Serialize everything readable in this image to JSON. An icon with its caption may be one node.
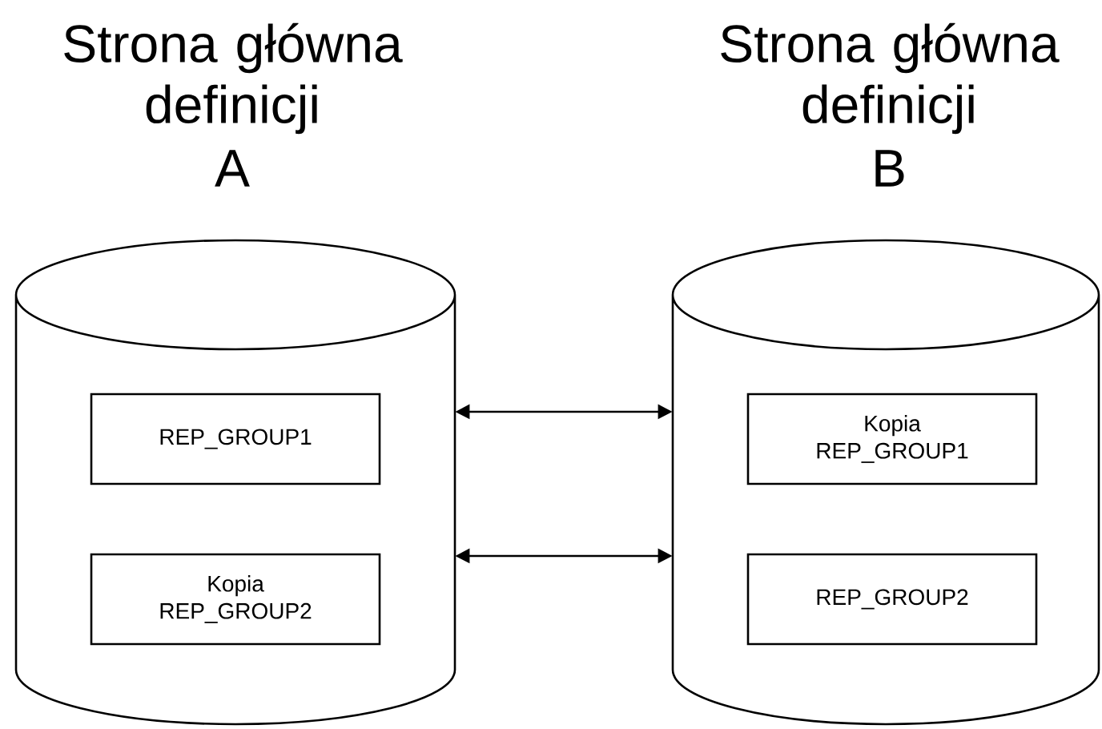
{
  "diagram": {
    "nodes": [
      {
        "text": [
          "Strona główna definicji",
          "A"
        ]
      },
      {
        "text": [
          "REP_GROUP1"
        ],
        "in": 0
      },
      {
        "text": [
          "Kopia REP_GROUP2"
        ],
        "in": 0
      },
      {
        "text": [
          "Strona główna definicji",
          "B"
        ]
      },
      {
        "text": [
          "Kopia REP_GROUP1"
        ],
        "in": 3
      },
      {
        "text": [
          "REP_GROUP2"
        ],
        "in": 3
      }
    ],
    "edges": [
      {
        "from": 0,
        "to": 3,
        "arrow": "both"
      },
      {
        "from": 0,
        "to": 3,
        "arrow": "both"
      }
    ]
  }
}
